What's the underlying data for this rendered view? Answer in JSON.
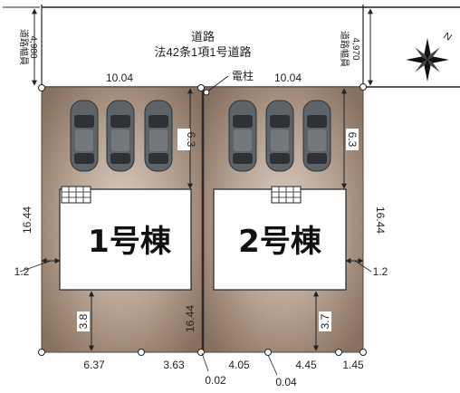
{
  "road": {
    "name": "道路",
    "law": "法42条1項1号道路",
    "left_width_label": "道路幅員",
    "left_width": "4,980",
    "right_width_label": "道路幅員",
    "right_width": "4,970"
  },
  "north": "N",
  "pole_label": "電柱",
  "lots": [
    {
      "building": "1号棟",
      "frontage": "10.04",
      "depth": "16.44",
      "setback_front": "6.3",
      "setback_back": "3.8",
      "setback_side": "1.2",
      "parking_spaces": 3
    },
    {
      "building": "2号棟",
      "frontage": "10.04",
      "depth": "16.44",
      "setback_front": "6.3",
      "setback_back": "3.7",
      "setback_side": "1.2",
      "parking_spaces": 3
    }
  ],
  "bottom_dims": [
    "6.37",
    "3.63",
    "0.02",
    "4.05",
    "0.04",
    "4.45",
    "1.45"
  ],
  "colors": {
    "lot_fill": "#8c7566",
    "lot_center": "#d9ccc0",
    "car_body": "#5e6368",
    "car_dark": "#2e3236",
    "road_line": "#222222"
  }
}
